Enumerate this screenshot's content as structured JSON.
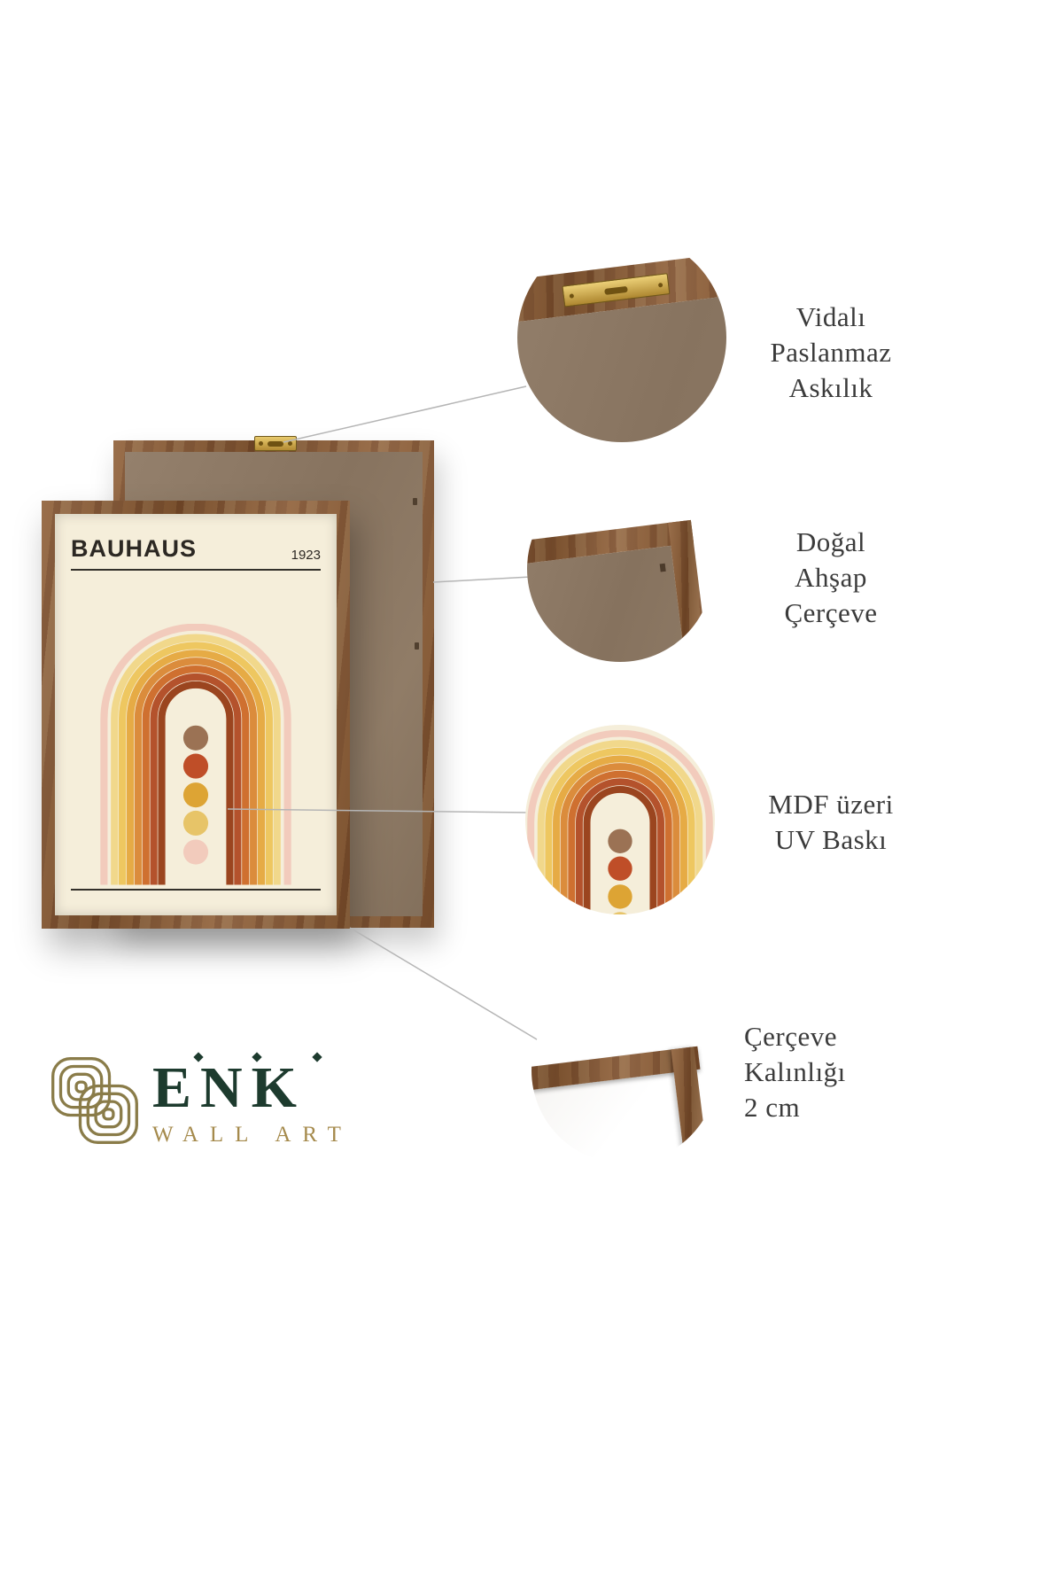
{
  "poster": {
    "title": "BAUHAUS",
    "year": "1923",
    "arch": {
      "background": "#f5eeda",
      "bands": [
        {
          "r": 140,
          "color": "#f2cbbc"
        },
        {
          "r": 124,
          "color": "#f1d88b"
        },
        {
          "r": 112,
          "color": "#eec760"
        },
        {
          "r": 100,
          "color": "#e6ab45"
        },
        {
          "r": 88,
          "color": "#db8c3c"
        },
        {
          "r": 76,
          "color": "#cf7030"
        },
        {
          "r": 64,
          "color": "#b4522c"
        },
        {
          "r": 52,
          "color": "#9b451f"
        }
      ],
      "dots": [
        "#9b7254",
        "#bf4e28",
        "#dda434",
        "#e7c468",
        "#f2cbbc"
      ]
    }
  },
  "callouts": [
    {
      "id": "hanger",
      "label_lines": [
        "Vidalı",
        "Paslanmaz",
        "Askılık"
      ]
    },
    {
      "id": "wood-frame",
      "label_lines": [
        "Doğal",
        "Ahşap",
        "Çerçeve"
      ]
    },
    {
      "id": "uv-print",
      "label_lines": [
        "MDF üzeri",
        "UV Baskı"
      ]
    },
    {
      "id": "thickness",
      "label_lines": [
        "Çerçeve",
        "Kalınlığı",
        "2 cm"
      ]
    }
  ],
  "logo": {
    "name": "ENK",
    "subtitle": "WALL ART"
  },
  "palette": {
    "frame_wood": "#8a5a33",
    "backing_brown": "#8e7965",
    "poster_cream": "#f5eeda",
    "hanger_gold": "#c9a53f",
    "label_text": "#3b3b3b",
    "logo_green": "#1d3b2e",
    "logo_gold": "#a58a4c",
    "connector_gray": "#b5b5b5"
  }
}
